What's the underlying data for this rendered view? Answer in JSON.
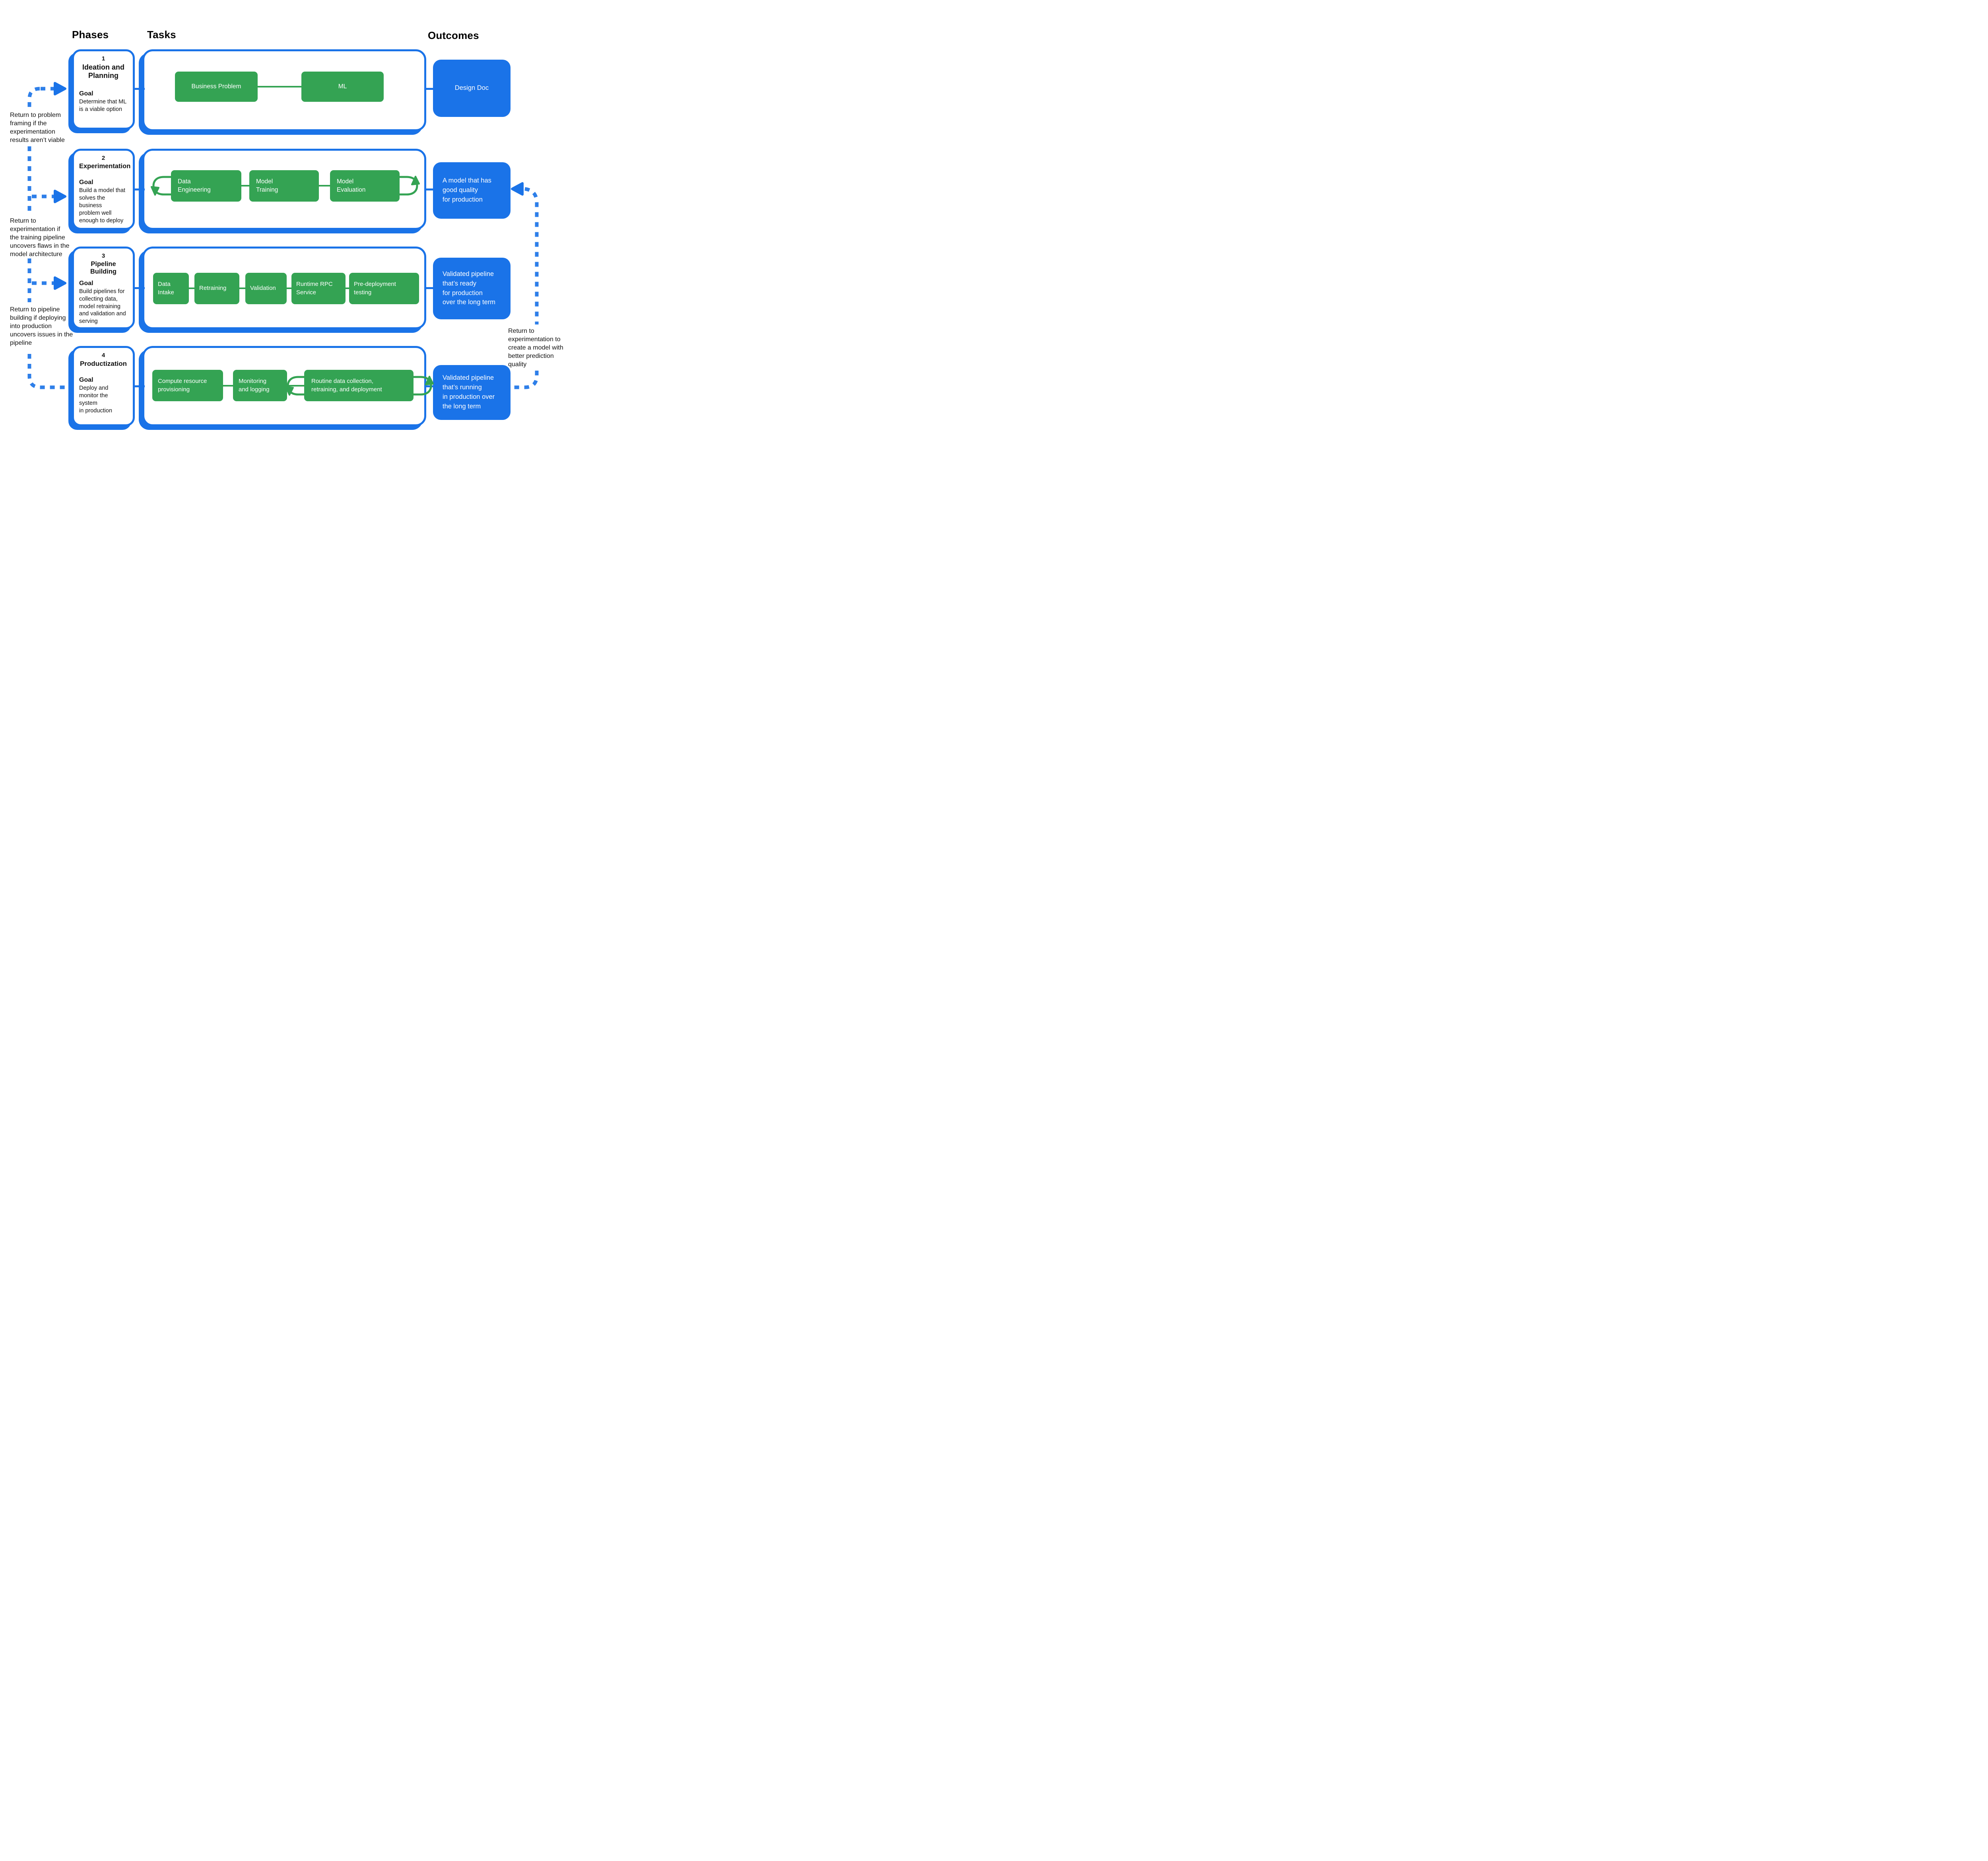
{
  "headers": {
    "phases": "Phases",
    "tasks": "Tasks",
    "outcomes": "Outcomes"
  },
  "colors": {
    "green": "#34A353",
    "blue": "#1A73E8",
    "dash_blue": "#2E7FE9",
    "text": "#111111"
  },
  "phases": [
    {
      "number": "1",
      "title": "Ideation and\nPlanning",
      "goal_label": "Goal",
      "goal": "Determine that ML\nis a viable option"
    },
    {
      "number": "2",
      "title": "Experimentation",
      "goal_label": "Goal",
      "goal": "Build a model that\nsolves the business\nproblem well\nenough to deploy"
    },
    {
      "number": "3",
      "title": "Pipeline Building",
      "goal_label": "Goal",
      "goal": "Build pipelines for\ncollecting data,\nmodel retraining\nand validation and\nserving"
    },
    {
      "number": "4",
      "title": "Productization",
      "goal_label": "Goal",
      "goal": "Deploy and\nmonitor the system\nin production"
    }
  ],
  "tasks": {
    "row1": [
      "Business Problem",
      "ML"
    ],
    "row2": [
      "Data\nEngineering",
      "Model\nTraining",
      "Model\nEvaluation"
    ],
    "row3": [
      "Data\nIntake",
      "Retraining",
      "Validation",
      "Runtime RPC\nService",
      "Pre-deployment\ntesting"
    ],
    "row4": [
      "Compute resource\nprovisioning",
      "Monitoring\nand logging",
      "Routine data collection,\nretraining, and deployment"
    ]
  },
  "outcomes": [
    "Design Doc",
    "A model that has\ngood quality\nfor production",
    "Validated pipeline\nthat’s ready\nfor production\nover the long term",
    "Validated pipeline\nthat’s running\nin production over\nthe long term"
  ],
  "notes": {
    "left": [
      "Return to problem\nframing if the\nexperimentation\nresults aren’t viable",
      "Return to\nexperimentation if\nthe training pipeline\nuncovers flaws in the\nmodel architecture",
      "Return to pipeline\nbuilding if deploying\ninto production\nuncovers issues in the\npipeline"
    ],
    "right": [
      "Return to\nexperimentation to\ncreate a model with\nbetter prediction\nquality"
    ]
  }
}
